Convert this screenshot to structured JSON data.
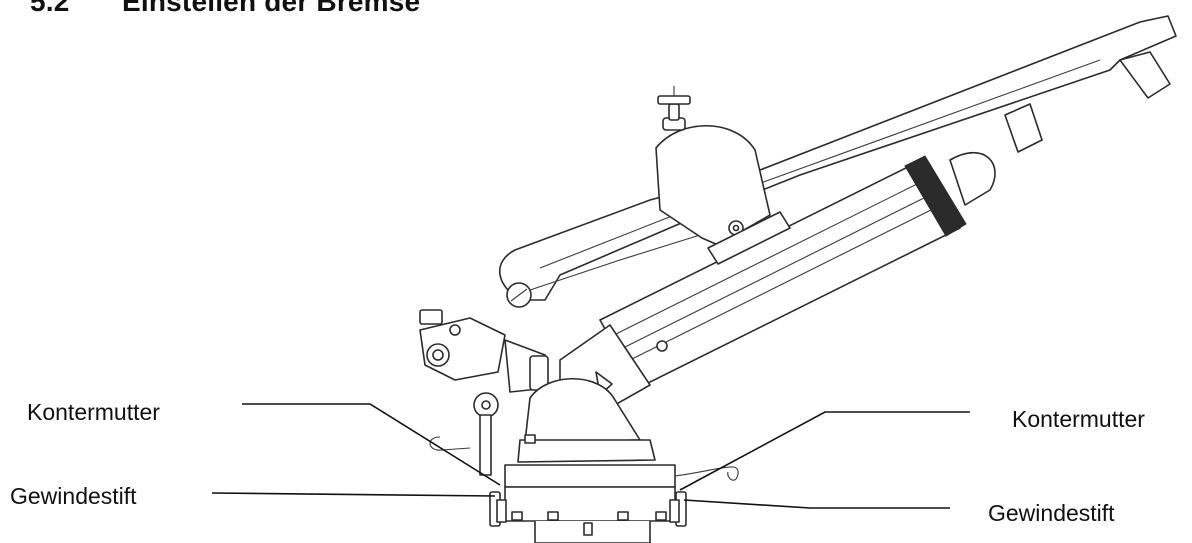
{
  "heading": {
    "number": "5.2",
    "title": "Einstellen der Bremse"
  },
  "labels": {
    "left_top": "Kontermutter",
    "left_bottom": "Gewindestift",
    "right_top": "Kontermutter",
    "right_bottom": "Gewindestift"
  }
}
